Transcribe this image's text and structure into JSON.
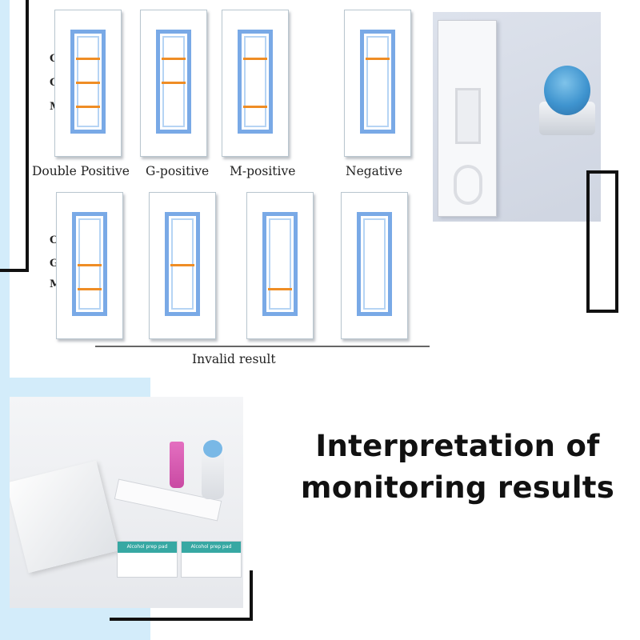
{
  "diagram": {
    "lane_letters": [
      "C",
      "G",
      "M"
    ],
    "top_row": [
      {
        "label": "Double Positive",
        "bands": [
          "C",
          "G",
          "M"
        ]
      },
      {
        "label": "G-positive",
        "bands": [
          "C",
          "G"
        ]
      },
      {
        "label": "M-positive",
        "bands": [
          "C",
          "M"
        ]
      },
      {
        "label": "Negative",
        "bands": [
          "C"
        ]
      }
    ],
    "bottom_row": [
      {
        "bands": [
          "G",
          "M"
        ]
      },
      {
        "bands": [
          "G"
        ]
      },
      {
        "bands": [
          "M"
        ]
      },
      {
        "bands": []
      }
    ],
    "invalid_label": "Invalid result",
    "colors": {
      "band": "#ef8d25",
      "window_border": "#79a9e6",
      "background_band": "#d3ecfa"
    }
  },
  "photos": {
    "kit_pad_text": [
      "Alcohol prep pad",
      "Alcohol prep pad"
    ]
  },
  "heading": {
    "line1": "Interpretation of",
    "line2": "monitoring results"
  }
}
